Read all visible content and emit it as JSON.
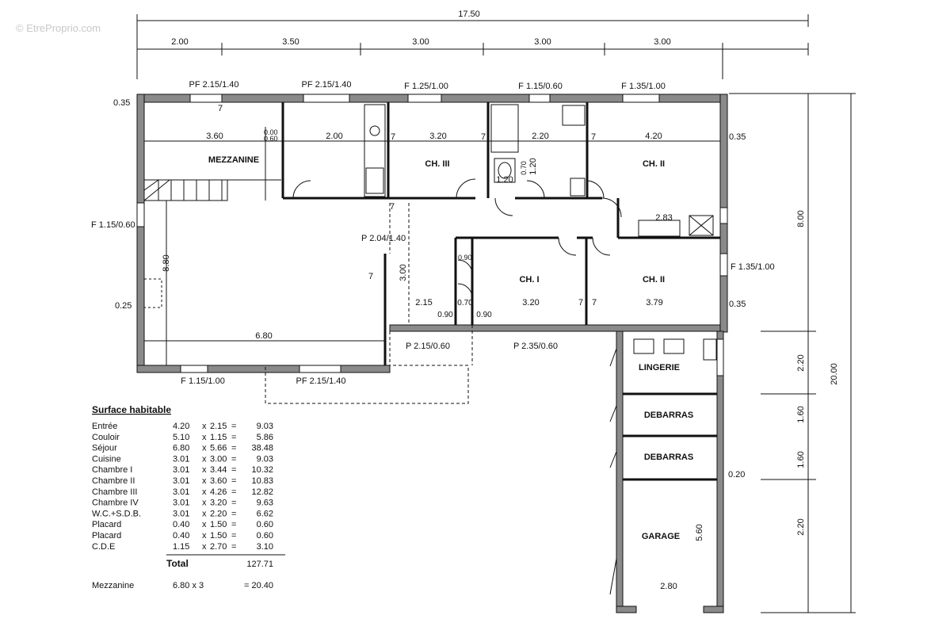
{
  "watermark": "© EtreProprio.com",
  "dims_top": {
    "total": "17.50",
    "segments": [
      "2.00",
      "3.50",
      "3.00",
      "3.00",
      "3.00"
    ]
  },
  "dims_right": {
    "total": "20.00",
    "segments": [
      "8.00",
      "2.20",
      "1.60",
      "1.60",
      "2.20"
    ]
  },
  "openings": {
    "pf1": "PF 2.15/1.40",
    "pf2": "PF 2.15/1.40",
    "f1": "F 1.25/1.00",
    "f2": "F 1.15/0.60",
    "f3": "F 1.35/1.00",
    "fleft": "F 1.15/0.60",
    "fright": "F 1.35/1.00",
    "p204": "P 2.04/1.40",
    "fbot": "F 1.15/1.00",
    "pfbot": "PF 2.15/1.40",
    "p215": "P 2.15/0.60",
    "p235": "P 2.35/0.60"
  },
  "rooms": {
    "mezzanine": "MEZZANINE",
    "ch3": "CH. III",
    "ch2a": "CH. II",
    "ch1": "CH. I",
    "ch2b": "CH. II",
    "lingerie": "LINGERIE",
    "debarras1": "DEBARRAS",
    "debarras2": "DEBARRAS",
    "garage": "GARAGE"
  },
  "measures": {
    "m035a": "0.35",
    "m360": "3.60",
    "m000": "0.00",
    "m060": "0.60",
    "m200": "2.00",
    "m320a": "3.20",
    "m220": "2.20",
    "m420": "4.20",
    "m035b": "0.35",
    "m120h": "1.20",
    "m070": "0.70",
    "m120v": "1.20",
    "m283": "2.83",
    "m880": "8.80",
    "m025": "0.25",
    "m300": "3.00",
    "m090v": "0.90",
    "m215": "2.15",
    "m070b": "0.70",
    "m320b": "3.20",
    "m379": "3.79",
    "m035c": "0.35",
    "m090a": "0.90",
    "m090b": "0.90",
    "m680": "6.80",
    "m020": "0.20",
    "m560": "5.60",
    "m280": "2.80",
    "w7a": "7",
    "w7b": "7",
    "w7c": "7",
    "w7d": "7",
    "w7e": "7",
    "w7f": "7",
    "w7g": "7",
    "w7h": "7"
  },
  "surface": {
    "title": "Surface habitable",
    "rows": [
      [
        "Entrée",
        "4.20",
        "x",
        "2.15",
        "=",
        "9.03"
      ],
      [
        "Couloir",
        "5.10",
        "x",
        "1.15",
        "=",
        "5.86"
      ],
      [
        "Séjour",
        "6.80",
        "x",
        "5.66",
        "=",
        "38.48"
      ],
      [
        "Cuisine",
        "3.01",
        "x",
        "3.00",
        "=",
        "9.03"
      ],
      [
        "Chambre I",
        "3.01",
        "x",
        "3.44",
        "=",
        "10.32"
      ],
      [
        "Chambre II",
        "3.01",
        "x",
        "3.60",
        "=",
        "10.83"
      ],
      [
        "Chambre III",
        "3.01",
        "x",
        "4.26",
        "=",
        "12.82"
      ],
      [
        "Chambre IV",
        "3.01",
        "x",
        "3.20",
        "=",
        "9.63"
      ],
      [
        "W.C.+S.D.B.",
        "3.01",
        "x",
        "2.20",
        "=",
        "6.62"
      ],
      [
        "Placard",
        "0.40",
        "x",
        "1.50",
        "=",
        "0.60"
      ],
      [
        "Placard",
        "0.40",
        "x",
        "1.50",
        "=",
        "0.60"
      ],
      [
        "C.D.E",
        "1.15",
        "x",
        "2.70",
        "=",
        "3.10"
      ]
    ],
    "total_label": "Total",
    "total_value": "127.71",
    "mezz_label": "Mezzanine",
    "mezz_formula": "6.80 x 3",
    "mezz_value": "= 20.40"
  }
}
